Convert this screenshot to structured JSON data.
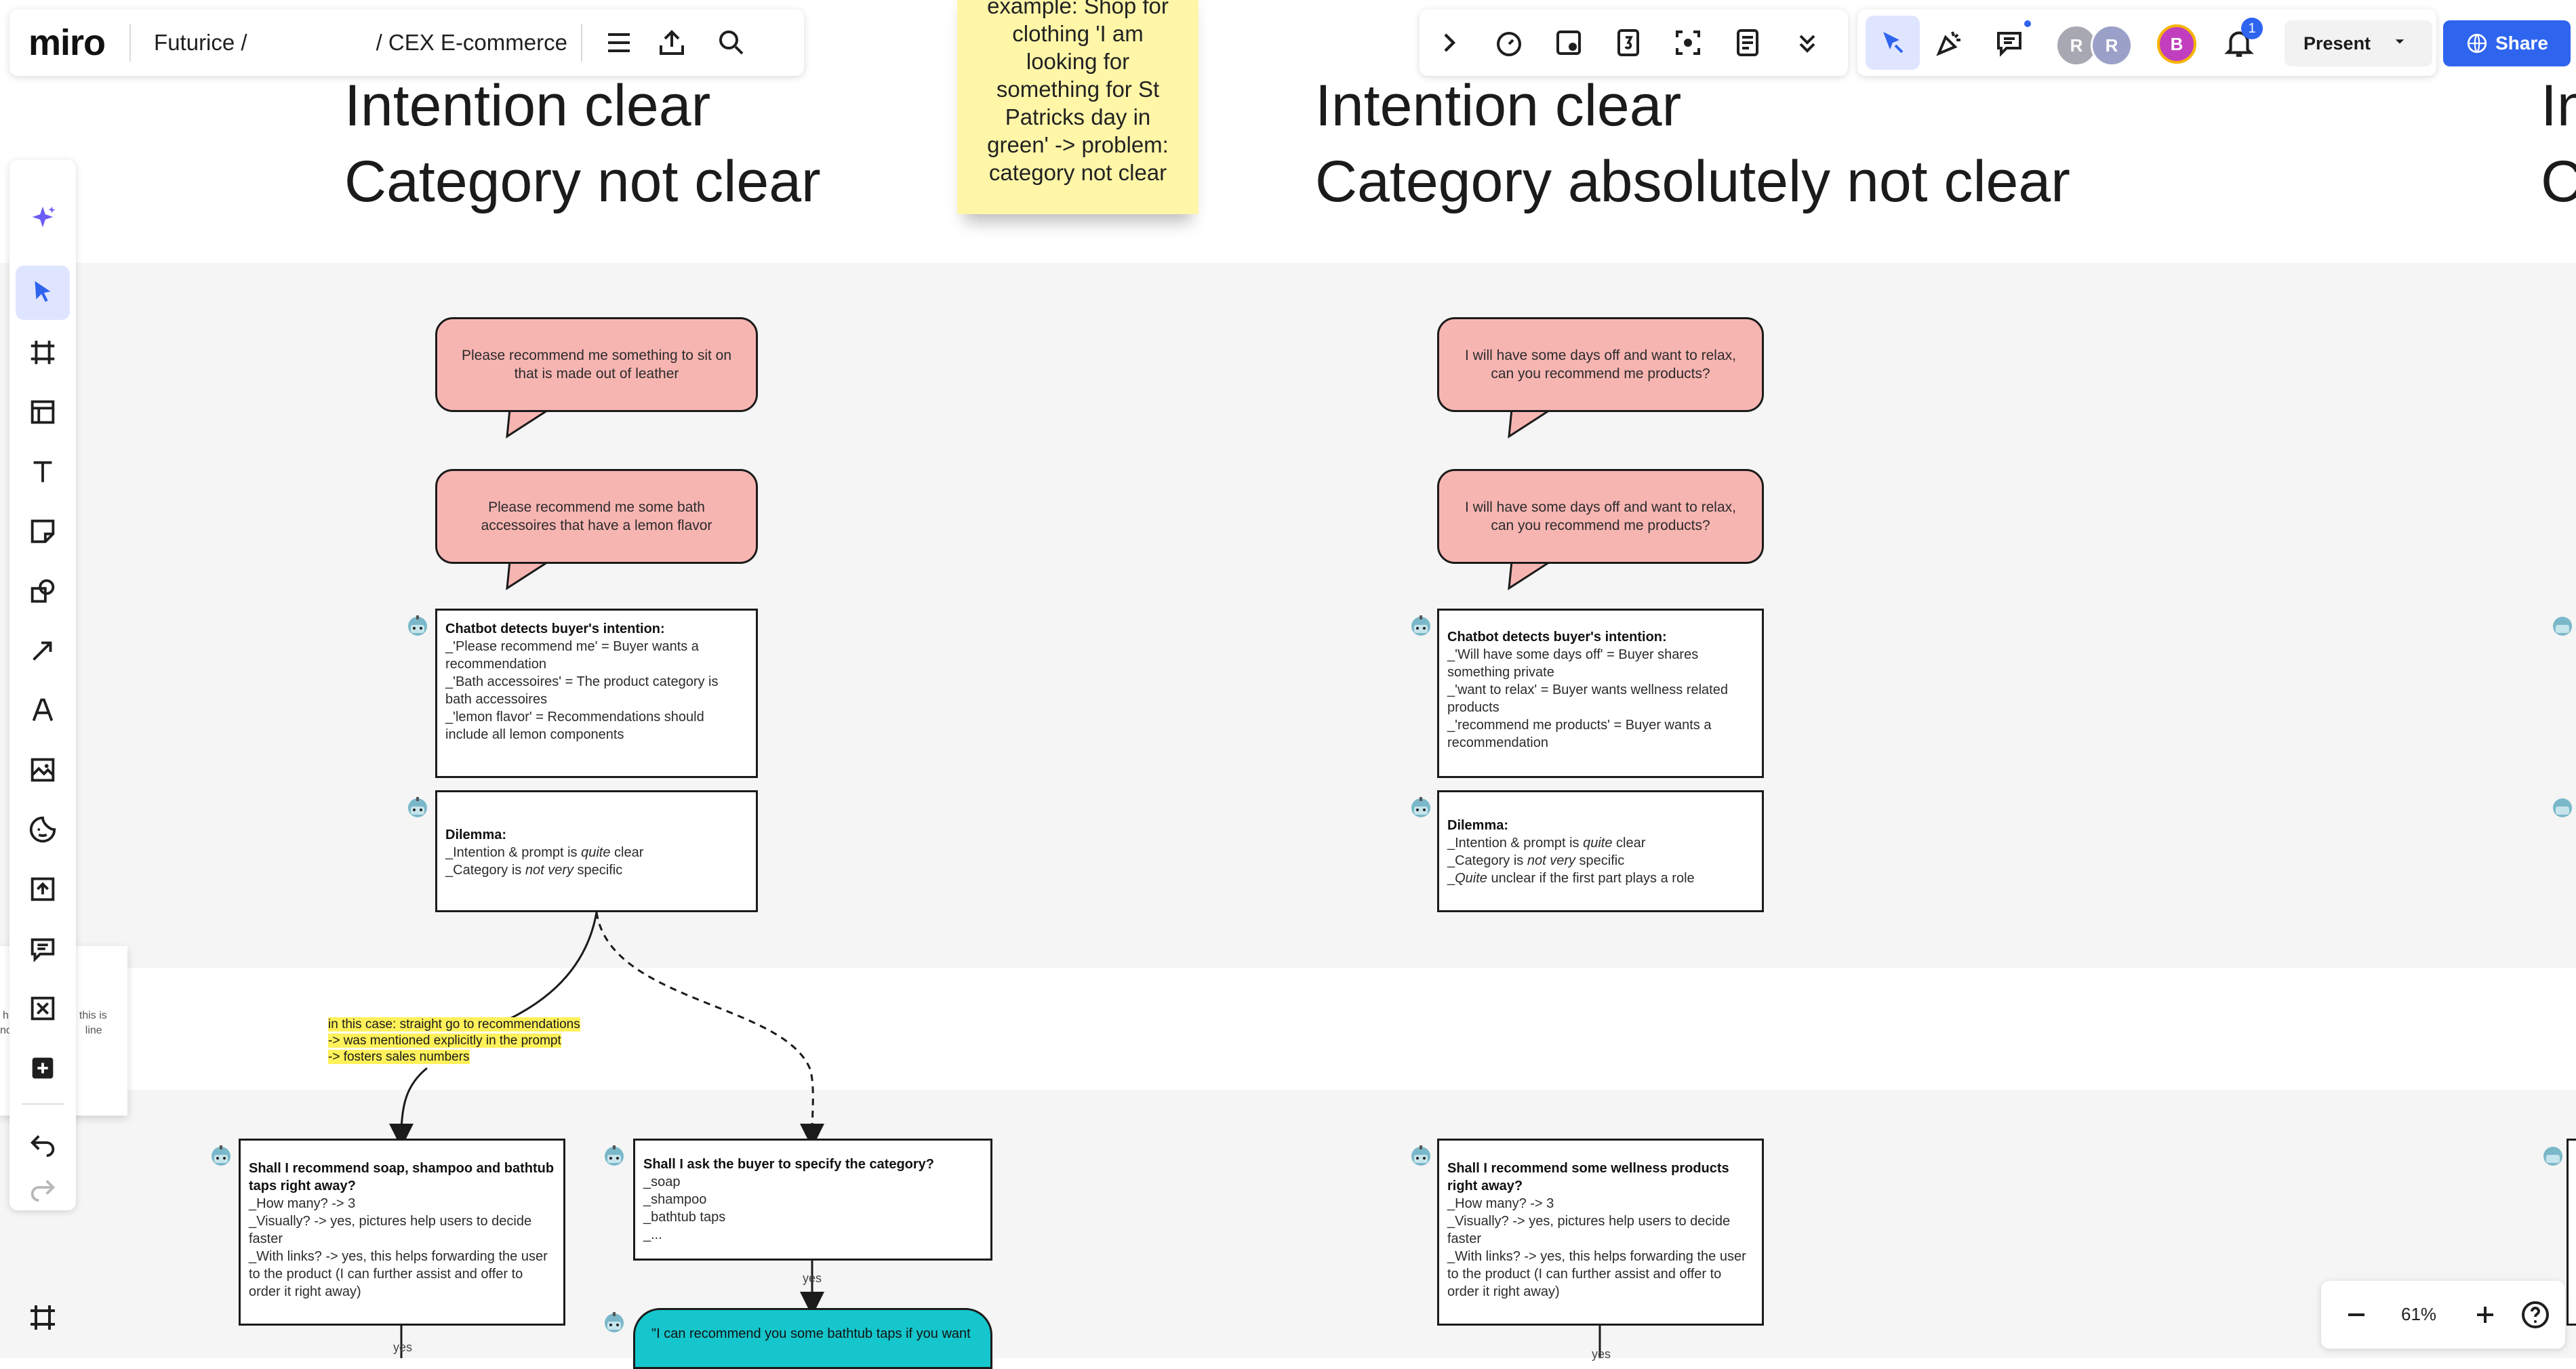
{
  "app": {
    "logo": "miro",
    "workspace": "Futurice /",
    "board": "/ CEX E-commerce"
  },
  "toolbar_right": {
    "present_label": "Present",
    "share_label": "Share",
    "avatars": [
      "R",
      "R",
      "B"
    ],
    "notification_count": "1"
  },
  "zoom": {
    "level": "61%"
  },
  "sticky": {
    "text": "example: Shop for clothing 'I am looking for something for St Patricks day in green' -> problem: category not clear"
  },
  "col1": {
    "heading_line1": "Intention clear",
    "heading_line2": "Category not clear",
    "bubble1": "Please recommend me something to sit on that is made out of leather",
    "bubble2": "Please recommend me some bath accessoires that have a lemon flavor",
    "detect_title": "Chatbot detects buyer's intention:",
    "detect_lines": [
      "_'Please recommend me' = Buyer wants a recommendation",
      "_'Bath accessoires' = The product category is bath accessoires",
      "_'lemon flavor' = Recommendations should include all lemon components"
    ],
    "dilemma_title": "Dilemma:",
    "dilemma_line1_a": "_Intention & prompt is ",
    "dilemma_line1_em": "quite",
    "dilemma_line1_b": " clear",
    "dilemma_line2_a": "_Category is ",
    "dilemma_line2_em": "not very",
    "dilemma_line2_b": " specific",
    "note_lines": [
      "in this case: straight go to recommendations",
      "-> was mentioned explicitly in the prompt",
      "-> fosters sales numbers"
    ],
    "rec_title": "Shall I recommend soap, shampoo and bathtub taps right away?",
    "rec_lines": [
      "_How many? -> 3",
      "_Visually? -> yes, pictures help users to decide faster",
      "_With links? -> yes, this helps forwarding the user to the product (I can further assist and offer to order it right away)"
    ],
    "yes_label": "yes",
    "ask_title": "Shall I ask the buyer to specify the category?",
    "ask_lines": [
      "_soap",
      "_shampoo",
      "_bathtub taps",
      "_..."
    ],
    "ask_yes": "yes",
    "cyan_text": "\"I can recommend you some bathtub taps if you want"
  },
  "col2": {
    "heading_line1": "Intention clear",
    "heading_line2": "Category absolutely not clear",
    "bubble1": "I will have some days off and want to relax, can you recommend me products?",
    "bubble2": "I will have some days off and want to relax, can you recommend me products?",
    "detect_title": "Chatbot detects buyer's intention:",
    "detect_lines": [
      "_'Will have some days off' = Buyer shares something private",
      "_'want to relax' = Buyer wants wellness related products",
      "_'recommend me products' = Buyer wants a recommendation"
    ],
    "dilemma_title": "Dilemma:",
    "dilemma_line1_a": "_Intention & prompt is ",
    "dilemma_line1_em": "quite",
    "dilemma_line1_b": " clear",
    "dilemma_line2_a": "_Category is ",
    "dilemma_line2_em": "not very",
    "dilemma_line2_b": " specific",
    "dilemma_line3_em": "Quite",
    "dilemma_line3_b": " unclear if the first part plays a role",
    "rec_title": "Shall I recommend some wellness products right away?",
    "rec_lines": [
      "_How many? -> 3",
      "_Visually? -> yes, pictures help users to decide faster",
      "_With links? -> yes, this helps forwarding the user to the product (I can further assist and offer to order it right away)"
    ],
    "yes_label": "yes"
  },
  "col3": {
    "heading_line1": "In",
    "heading_line2": "C"
  },
  "popover": {
    "line1": "h",
    "line1b": "this is",
    "line2": "no",
    "line2b": "line"
  },
  "colors": {
    "accent": "#2f64ef",
    "bubble": "#f7b5b2",
    "sticky": "#fff6a8",
    "cyan": "#15c6cc",
    "highlight": "#fff15a"
  }
}
